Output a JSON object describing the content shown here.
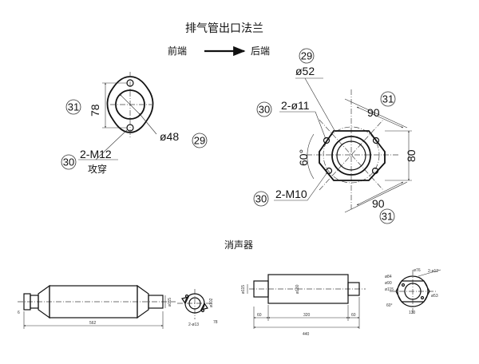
{
  "header": {
    "title": "排气管出口法兰",
    "front_label": "前端",
    "rear_label": "后端"
  },
  "left_flange": {
    "dim_height": "78",
    "dim_diameter": "ø48",
    "thread_callout": "2-M12",
    "thread_note": "攻穿",
    "balloons": [
      "31",
      "29",
      "30"
    ]
  },
  "right_flange": {
    "dim_diameter": "ø52",
    "hole_callout": "2-ø11",
    "angle": "60°",
    "thread_callout": "2-M10",
    "dim_top": "90",
    "dim_bottom": "90",
    "dim_side": "80",
    "balloons": [
      "29",
      "30",
      "31",
      "30",
      "31"
    ]
  },
  "muffler": {
    "section_title": "消声器",
    "left_view": {
      "dim_length": "562",
      "dim_small": "6",
      "dim_flange_dia": "2-ø13",
      "dim_edge": "78",
      "dim_dia": "ø102",
      "dim_dia2": "ø115"
    },
    "right_view": {
      "dim_body": "ø180",
      "dim_inlet": "ø115",
      "dim_total": "440",
      "dim_body_len": "320",
      "dim_left": "60",
      "dim_right": "60",
      "end_view_labels": [
        "ø76",
        "2-ø12",
        "ø84",
        "ø90",
        "ø115",
        "ø53",
        "60°",
        "130"
      ]
    }
  }
}
